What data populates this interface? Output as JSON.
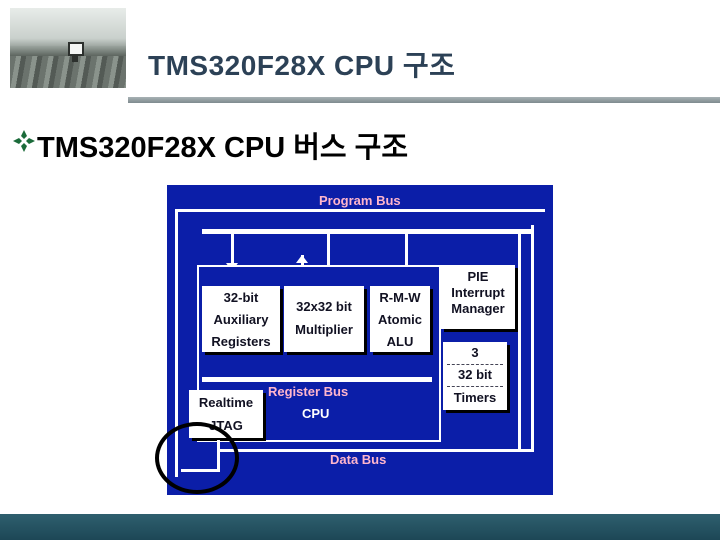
{
  "header": {
    "title": "TMS320F28X CPU 구조",
    "bullet": "TMS320F28X CPU 버스 구조"
  },
  "diagram": {
    "program_bus": "Program Bus",
    "data_bus": "Data Bus",
    "register_bus": "Register Bus",
    "cpu": "CPU",
    "aux_registers": [
      "32-bit",
      "Auxiliary",
      "Registers"
    ],
    "multiplier": [
      "32x32 bit",
      "Multiplier"
    ],
    "atomic_alu": [
      "R-M-W",
      "Atomic",
      "ALU"
    ],
    "pie": [
      "PIE",
      "Interrupt",
      "Manager"
    ],
    "timers": [
      "3",
      "32 bit",
      "Timers"
    ],
    "realtime_jtag": [
      "Realtime",
      "JTAG"
    ]
  },
  "colors": {
    "diagram_bg": "#0b1ea8",
    "bus_label": "#ffb6cc",
    "title": "#2c4156",
    "footer_bar": "#2e5f6e"
  }
}
